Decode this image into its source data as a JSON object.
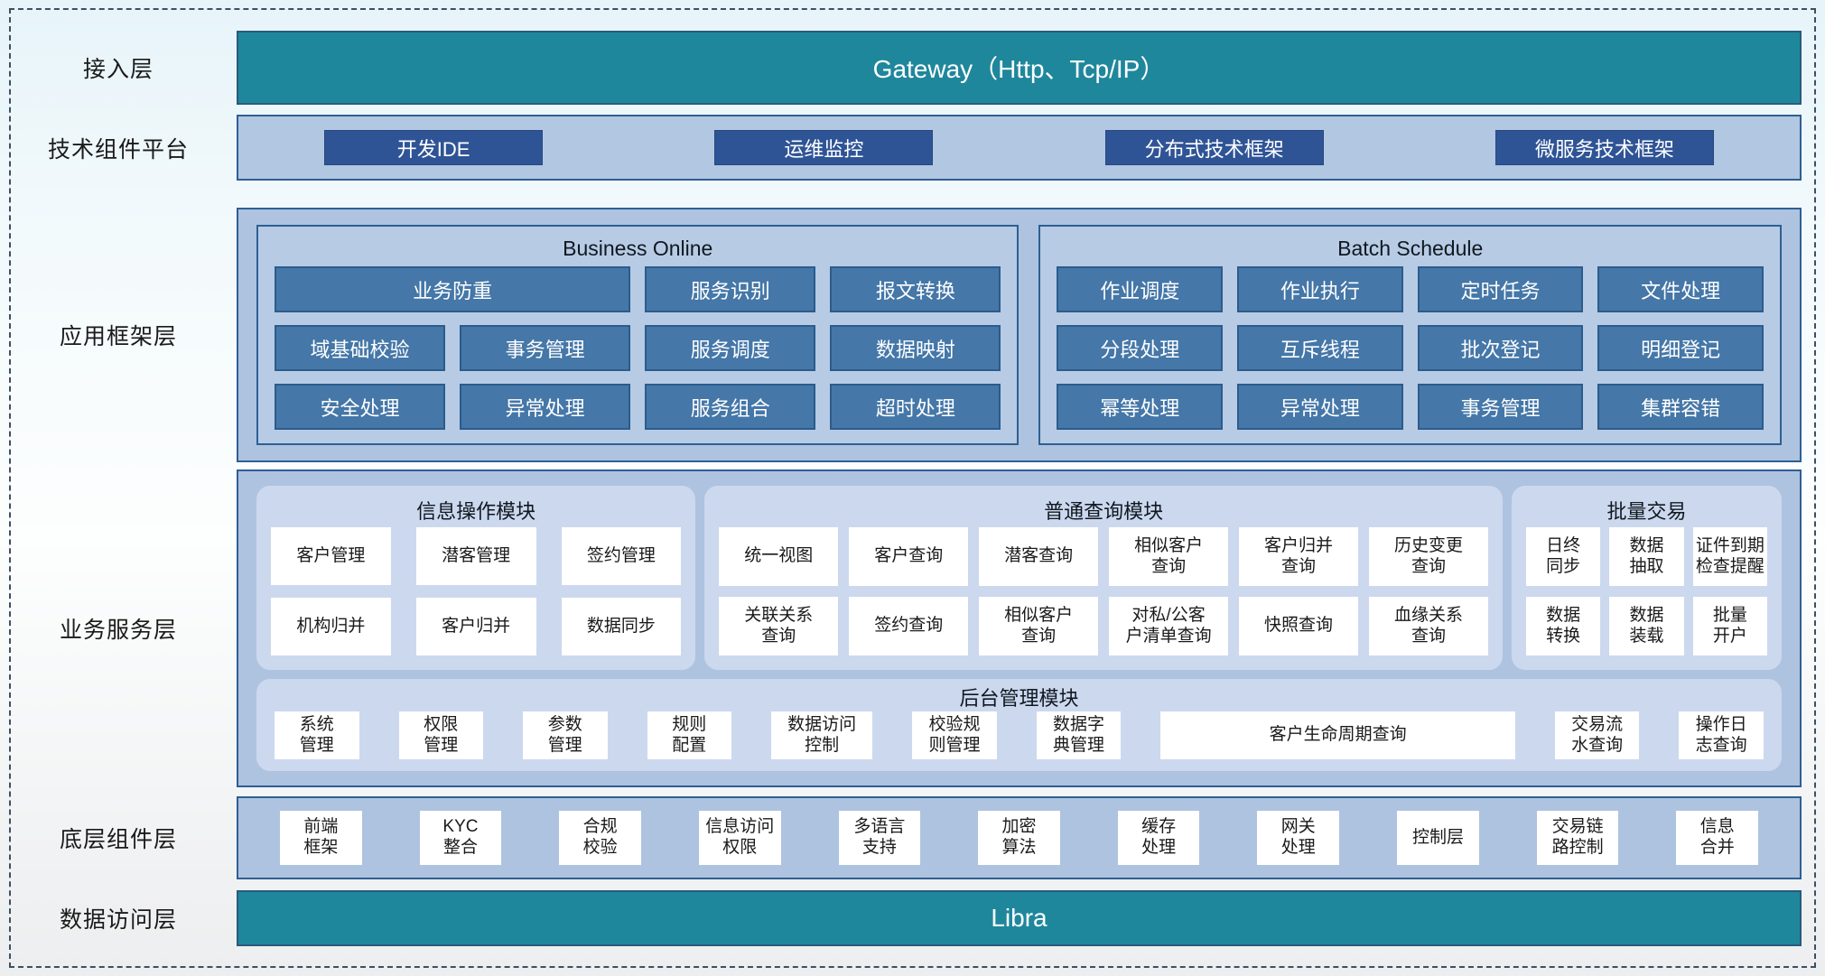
{
  "colors": {
    "teal": "#1F879C",
    "teal_border": "#2A5A7D",
    "navy_button": "#2F5496",
    "steel_button": "#4577A8",
    "steel_button_border": "#2B5C8C",
    "container_fill": "#AEC3DF",
    "container_border": "#2E5F94",
    "panel_fill": "#B7CBE5",
    "module_fill": "#CCD8EE",
    "cell_fill": "#FFFFFF",
    "text_dark": "#1A1A1A",
    "text_light": "#FFFFFF"
  },
  "layers": {
    "access": {
      "label": "接入层",
      "bar": "Gateway（Http、Tcp/IP）"
    },
    "tech": {
      "label": "技术组件平台",
      "items": [
        "开发IDE",
        "运维监控",
        "分布式技术框架",
        "微服务技术框架"
      ]
    },
    "app_framework": {
      "label": "应用框架层",
      "panels": [
        {
          "title": "Business Online",
          "cells": [
            {
              "text": "业务防重",
              "span": 2
            },
            {
              "text": "服务识别"
            },
            {
              "text": "报文转换"
            },
            {
              "text": "域基础校验"
            },
            {
              "text": "事务管理"
            },
            {
              "text": "服务调度"
            },
            {
              "text": "数据映射"
            },
            {
              "text": "安全处理"
            },
            {
              "text": "异常处理"
            },
            {
              "text": "服务组合"
            },
            {
              "text": "超时处理"
            }
          ]
        },
        {
          "title": "Batch Schedule",
          "cells": [
            {
              "text": "作业调度"
            },
            {
              "text": "作业执行"
            },
            {
              "text": "定时任务"
            },
            {
              "text": "文件处理"
            },
            {
              "text": "分段处理"
            },
            {
              "text": "互斥线程"
            },
            {
              "text": "批次登记"
            },
            {
              "text": "明细登记"
            },
            {
              "text": "幂等处理"
            },
            {
              "text": "异常处理"
            },
            {
              "text": "事务管理"
            },
            {
              "text": "集群容错"
            }
          ]
        }
      ]
    },
    "business_service": {
      "label": "业务服务层",
      "modules": [
        {
          "title": "信息操作模块",
          "cells": [
            "客户管理",
            "潜客管理",
            "签约管理",
            "机构归并",
            "客户归并",
            "数据同步"
          ]
        },
        {
          "title": "普通查询模块",
          "cells": [
            "统一视图",
            "客户查询",
            "潜客查询",
            "相似客户\n查询",
            "客户归并\n查询",
            "历史变更\n查询",
            "关联关系\n查询",
            "签约查询",
            "相似客户\n查询",
            "对私/公客\n户清单查询",
            "快照查询",
            "血缘关系\n查询"
          ]
        },
        {
          "title": "批量交易",
          "cells": [
            "日终\n同步",
            "数据\n抽取",
            "证件到期\n检查提醒",
            "数据\n转换",
            "数据\n装载",
            "批量\n开户"
          ]
        }
      ],
      "admin": {
        "title": "后台管理模块",
        "cells": [
          {
            "text": "系统\n管理",
            "w": 1
          },
          {
            "text": "权限\n管理",
            "w": 1
          },
          {
            "text": "参数\n管理",
            "w": 1
          },
          {
            "text": "规则\n配置",
            "w": 1
          },
          {
            "text": "数据访问\n控制",
            "w": 1.2
          },
          {
            "text": "校验规\n则管理",
            "w": 1
          },
          {
            "text": "数据字\n典管理",
            "w": 1
          },
          {
            "text": "客户生命周期查询",
            "w": 4.2
          },
          {
            "text": "交易流\n水查询",
            "w": 1
          },
          {
            "text": "操作日\n志查询",
            "w": 1
          }
        ]
      }
    },
    "base_components": {
      "label": "底层组件层",
      "cells": [
        "前端\n框架",
        "KYC\n整合",
        "合规\n校验",
        "信息访问\n权限",
        "多语言\n支持",
        "加密\n算法",
        "缓存\n处理",
        "网关\n处理",
        "控制层",
        "交易链\n路控制",
        "信息\n合并"
      ]
    },
    "data_access": {
      "label": "数据访问层",
      "bar": "Libra"
    }
  }
}
